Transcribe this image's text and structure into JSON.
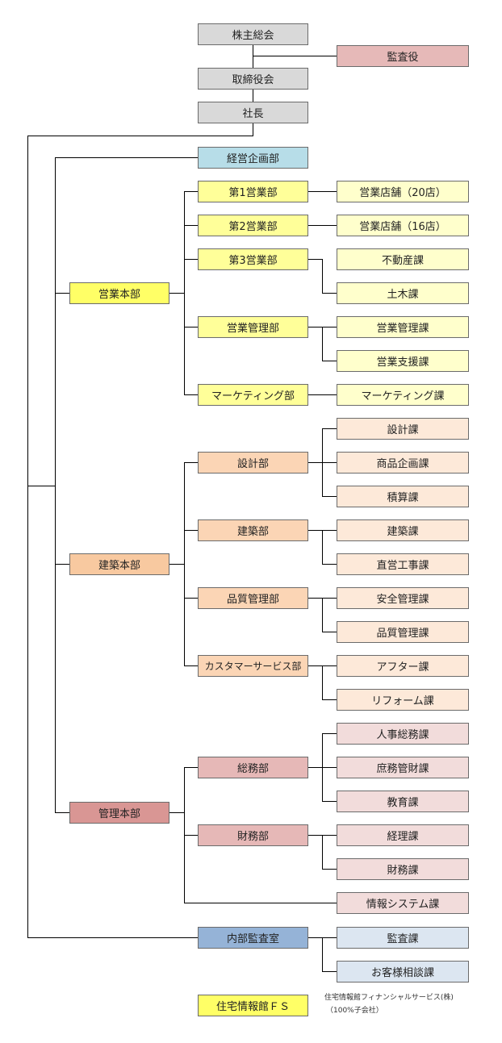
{
  "colors": {
    "gray": "#d9d9d9",
    "pink": "#e6b9b8",
    "lightblue": "#b7dde8",
    "yellow": "#ffff99",
    "lightyellow": "#ffffcc",
    "sales_hq": "#ffff66",
    "peach": "#fbd5b5",
    "lightpeach": "#fde9d9",
    "build_hq": "#f8c9a0",
    "rose": "#e6b8b7",
    "lightrose": "#f2dcdb",
    "mgmt_hq": "#d99694",
    "steelblue": "#95b3d7",
    "paleblue": "#dce6f1",
    "brightyellow": "#ffff66"
  },
  "org": {
    "top": [
      "株主総会",
      "監査役",
      "取締役会",
      "社長"
    ],
    "planning": "経営企画部",
    "sales": {
      "hq": "営業本部",
      "depts": [
        "第1営業部",
        "第2営業部",
        "第3営業部",
        "営業管理部",
        "マーケティング部"
      ],
      "units": [
        "営業店舗（20店）",
        "営業店舗（16店）",
        "不動産課",
        "土木課",
        "営業管理課",
        "営業支援課",
        "マーケティング課"
      ]
    },
    "construction": {
      "hq": "建築本部",
      "depts": [
        "設計部",
        "建築部",
        "品質管理部",
        "カスタマーサービス部"
      ],
      "units": [
        "設計課",
        "商品企画課",
        "積算課",
        "建築課",
        "直営工事課",
        "安全管理課",
        "品質管理課",
        "アフター課",
        "リフォーム課"
      ]
    },
    "admin": {
      "hq": "管理本部",
      "depts": [
        "総務部",
        "財務部"
      ],
      "units": [
        "人事総務課",
        "庶務管財課",
        "教育課",
        "経理課",
        "財務課",
        "情報システム課"
      ]
    },
    "audit": {
      "dept": "内部監査室",
      "units": [
        "監査課",
        "お客様相談課"
      ]
    },
    "subsidiary": {
      "name": "住宅情報館ＦＳ",
      "note_line1": "住宅情報館フィナンシャルサービス(株)",
      "note_line2": "（100%子会社）"
    }
  }
}
